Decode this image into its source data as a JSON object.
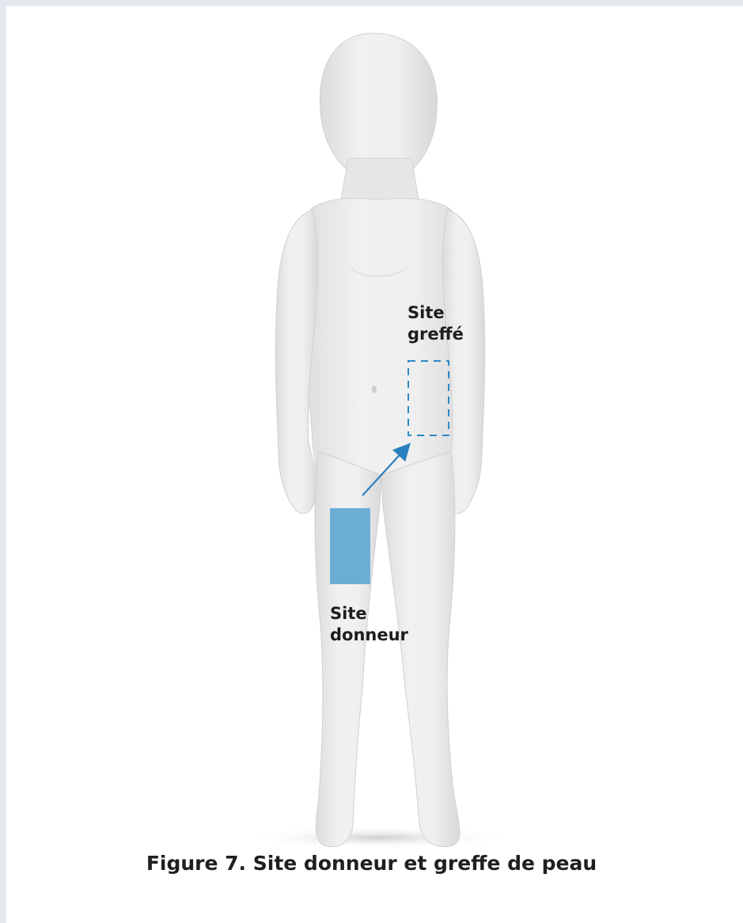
{
  "figure": {
    "graft_site_label": [
      "Site",
      "greffé"
    ],
    "donor_site_label": [
      "Site",
      "donneur"
    ],
    "caption": "Figure 7. Site donneur et greffe de peau",
    "colors": {
      "background": "#e3e8ee",
      "panel": "#ffffff",
      "body": "#ececec",
      "body_shadow": "#d6d6d6",
      "donor_patch": "#6aaed6",
      "graft_outline": "#2a8ac4",
      "arrow": "#2a7fbf"
    },
    "icons": [
      "mannequin-figure",
      "arrow-icon"
    ]
  }
}
